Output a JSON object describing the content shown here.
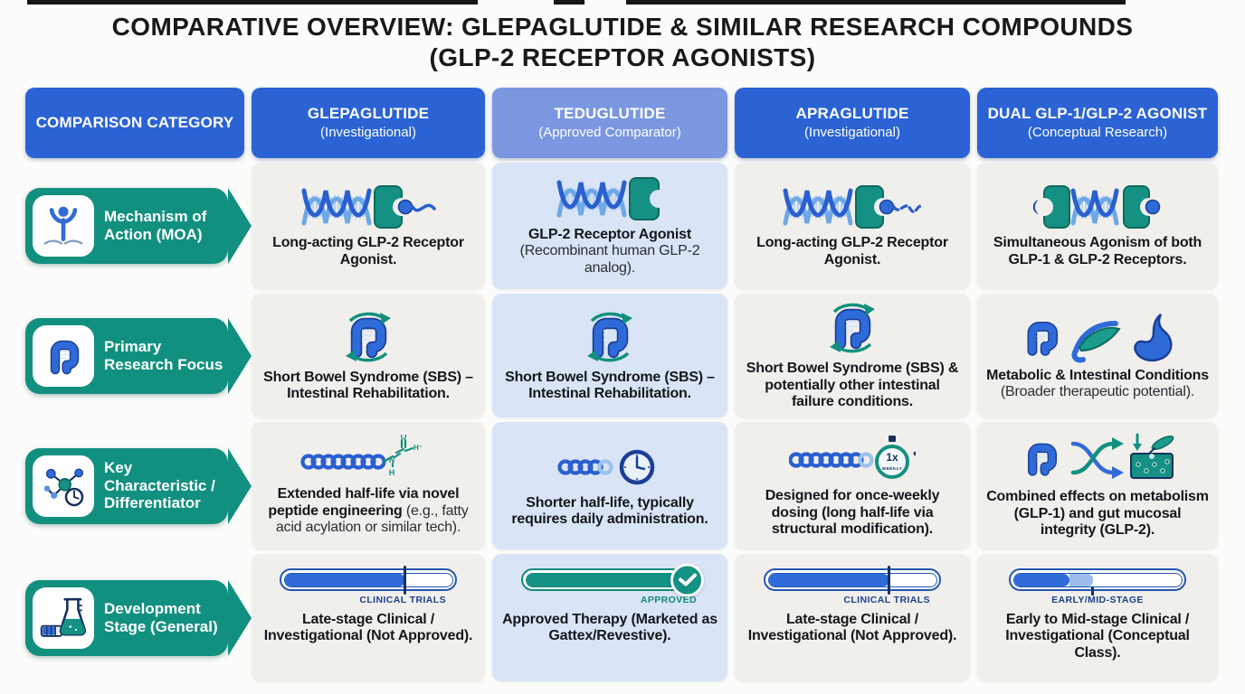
{
  "title": {
    "line1": "COMPARATIVE OVERVIEW: GLEPAGLUTIDE & SIMILAR RESEARCH COMPOUNDS",
    "line2": "(GLP-2 RECEPTOR AGONISTS)"
  },
  "colors": {
    "header_blue": "#2b63d5",
    "header_light_blue": "#7b97e0",
    "teal": "#12907f",
    "accent_blue": "#2f6bd8",
    "cell_gray": "#f0efec",
    "cell_light_blue": "#d9e4f6",
    "label_navy": "#1d3f8f",
    "text_dark": "#14171b"
  },
  "columns": [
    {
      "name": "COMPARISON CATEGORY",
      "sub": ""
    },
    {
      "name": "GLEPAGLUTIDE",
      "sub": "(Investigational)"
    },
    {
      "name": "TEDUGLUTIDE",
      "sub": "(Approved Comparator)"
    },
    {
      "name": "APRAGLUTIDE",
      "sub": "(Investigational)"
    },
    {
      "name": "DUAL GLP-1/GLP-2 AGONIST",
      "sub": "(Conceptual Research)"
    }
  ],
  "rows": [
    {
      "category": {
        "label": "Mechanism of Action (MOA)",
        "icon": "receptor-person-icon"
      },
      "cells": [
        {
          "icon": "dna-receptor-tail-icon",
          "bold": "Long-acting GLP-2 Receptor Agonist.",
          "regular": ""
        },
        {
          "icon": "dna-receptor-icon",
          "bold": "GLP-2 Receptor Agonist",
          "regular": "(Recombinant human GLP-2 analog)."
        },
        {
          "icon": "dna-receptor-dotted-tail-icon",
          "bold": "Long-acting GLP-2 Receptor Agonist.",
          "regular": ""
        },
        {
          "icon": "dual-receptor-dna-icon",
          "bold": "Simultaneous Agonism of both GLP-1 & GLP-2 Receptors.",
          "regular": ""
        }
      ]
    },
    {
      "category": {
        "label": "Primary Research Focus",
        "icon": "intestine-icon"
      },
      "cells": [
        {
          "icon": "intestine-recycle-icon",
          "bold": "Short Bowel Syndrome (SBS) – Intestinal Rehabilitation.",
          "regular": ""
        },
        {
          "icon": "intestine-recycle-icon",
          "bold": "Short Bowel Syndrome (SBS) – Intestinal Rehabilitation.",
          "regular": ""
        },
        {
          "icon": "intestine-recycle-icon",
          "bold": "Short Bowel Syndrome (SBS) & potentially other intestinal failure conditions.",
          "regular": ""
        },
        {
          "icon": "intestine-pancreas-stomach-icon",
          "bold": "Metabolic & Intestinal Conditions",
          "regular": "(Broader therapeutic potential)."
        }
      ]
    },
    {
      "category": {
        "label": "Key Characteristic / Differentiator",
        "icon": "molecule-clock-icon"
      },
      "cells": [
        {
          "icon": "peptide-chain-chemistry-icon",
          "bold": "Extended half-life via novel peptide engineering",
          "regular": "(e.g., fatty acid acylation or similar tech)."
        },
        {
          "icon": "peptide-clock-icon",
          "bold": "Shorter half-life, typically requires daily administration.",
          "regular": ""
        },
        {
          "icon": "peptide-stopwatch-icon",
          "badge": {
            "line1": "1x",
            "line2": "WEEKLY"
          },
          "bold": "Designed for once-weekly dosing (long half-life via structural modification).",
          "regular": ""
        },
        {
          "icon": "gut-crossover-mucosa-icon",
          "bold": "Combined effects on metabolism (GLP-1) and gut mucosal integrity (GLP-2).",
          "regular": ""
        }
      ]
    },
    {
      "category": {
        "label": "Development Stage (General)",
        "icon": "flask-progress-icon"
      },
      "cells": [
        {
          "icon": "clinical-progress-bar",
          "bar": {
            "style": "clinical",
            "label": "CLINICAL TRIALS",
            "fill_pct": 72
          },
          "bold": "Late-stage Clinical / Investigational (Not Approved).",
          "regular": ""
        },
        {
          "icon": "approved-progress-bar",
          "bar": {
            "style": "approved",
            "label": "APPROVED",
            "fill_pct": 100
          },
          "bold": "Approved Therapy (Marketed as Gattex/Revestive).",
          "regular": ""
        },
        {
          "icon": "clinical-progress-bar",
          "bar": {
            "style": "clinical",
            "label": "CLINICAL TRIALS",
            "fill_pct": 72
          },
          "bold": "Late-stage Clinical / Investigational (Not Approved).",
          "regular": ""
        },
        {
          "icon": "early-progress-bar",
          "bar": {
            "style": "early",
            "label": "EARLY/MID-STAGE",
            "fill_pct": 33,
            "fill_light_pct": 14
          },
          "bold": "Early to Mid-stage Clinical / Investigational (Conceptual Class).",
          "regular": ""
        }
      ]
    }
  ]
}
